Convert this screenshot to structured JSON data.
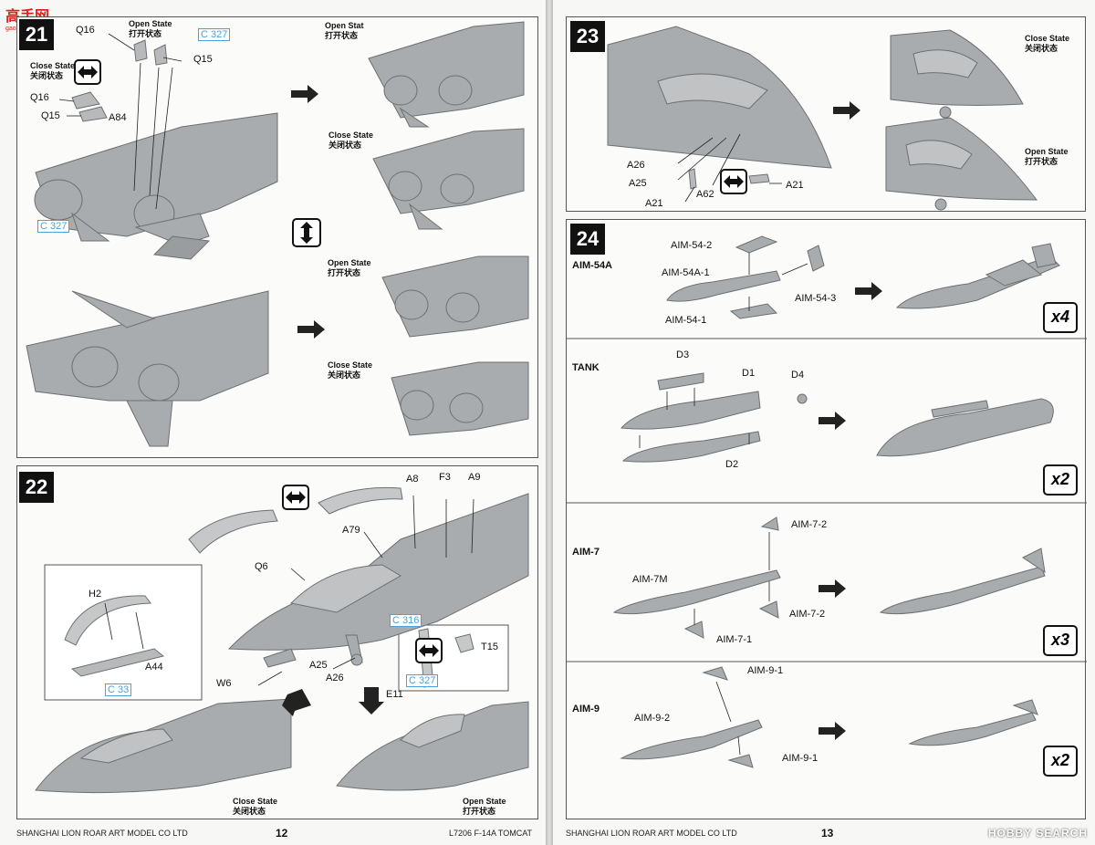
{
  "watermark": {
    "name": "高手网",
    "url": "gaoshou.com"
  },
  "left_page": {
    "number": "12",
    "footer_company": "SHANGHAI LION ROAR ART MODEL CO LTD",
    "footer_model": "L7206  F-14A  TOMCAT",
    "step21": {
      "number": "21",
      "open_state_en": "Open State",
      "open_state_cn": "打开状态",
      "close_state_en": "Close State",
      "close_state_cn": "关闭状态",
      "open_state_right_en": "Open Stat",
      "open_state_right_cn": "打开状态",
      "close_state_right_en": "Close State",
      "close_state_right_cn": "关闭状态",
      "open_state_lower_en": "Open State",
      "open_state_lower_cn": "打开状态",
      "close_state_lower_en": "Close State",
      "close_state_lower_cn": "关闭状态",
      "parts": {
        "q16_a": "Q16",
        "q15_a": "Q15",
        "q16_b": "Q16",
        "q15_b": "Q15",
        "a84": "A84",
        "c327_a": "C 327",
        "c327_b": "C 327"
      }
    },
    "step22": {
      "number": "22",
      "parts": {
        "h2": "H2",
        "a44": "A44",
        "c33": "C 33",
        "q6": "Q6",
        "a79": "A79",
        "a8": "A8",
        "f3": "F3",
        "a9": "A9",
        "c316": "C 316",
        "t15": "T15",
        "c327": "C 327",
        "w6": "W6",
        "a25": "A25",
        "a26": "A26",
        "e11": "E11"
      },
      "close_state_en": "Close State",
      "close_state_cn": "关闭状态",
      "open_state_en": "Open State",
      "open_state_cn": "打开状态"
    }
  },
  "right_page": {
    "number": "13",
    "footer_company": "SHANGHAI LION ROAR ART MODEL CO LTD",
    "hobby_search": "HOBBY SEARCH",
    "step23": {
      "number": "23",
      "parts": {
        "a26": "A26",
        "a25": "A25",
        "a21_a": "A21",
        "a62": "A62",
        "a21_b": "A21"
      },
      "close_state_en": "Close State",
      "close_state_cn": "关闭状态",
      "open_state_en": "Open State",
      "open_state_cn": "打开状态"
    },
    "step24": {
      "number": "24",
      "sections": [
        {
          "title": "AIM-54A",
          "multiplier": "x4",
          "parts": [
            "AIM-54-2",
            "AIM-54A-1",
            "AIM-54-3",
            "AIM-54-1"
          ]
        },
        {
          "title": "TANK",
          "multiplier": "x2",
          "parts": [
            "D3",
            "D1",
            "D4",
            "D2"
          ]
        },
        {
          "title": "AIM-7",
          "multiplier": "x3",
          "parts": [
            "AIM-7-2",
            "AIM-7M",
            "AIM-7-2",
            "AIM-7-1"
          ]
        },
        {
          "title": "AIM-9",
          "multiplier": "x2",
          "parts": [
            "AIM-9-1",
            "AIM-9-2",
            "AIM-9-1"
          ]
        }
      ]
    }
  },
  "colors": {
    "ink": "#111111",
    "callout_blue": "#4aa3d8",
    "model_gray": "#a9acae",
    "paper": "#f7f7f5"
  }
}
